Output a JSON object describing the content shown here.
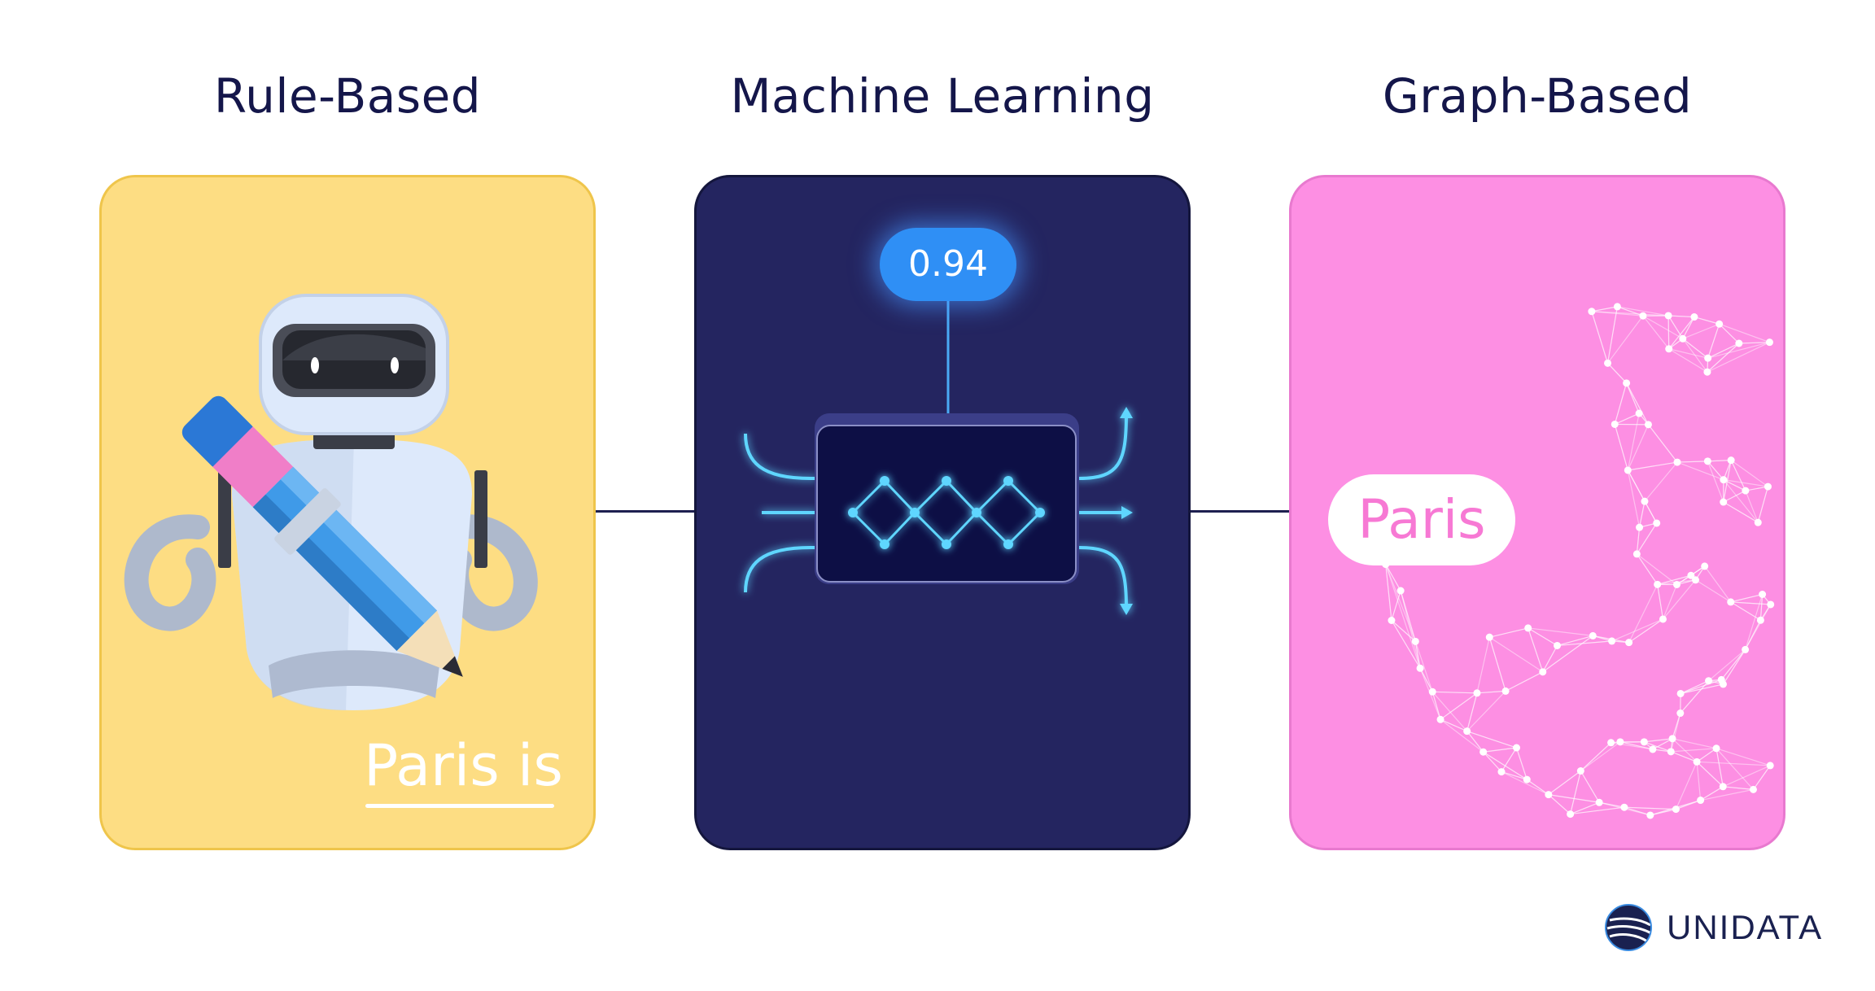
{
  "titles": {
    "rule_based": "Rule-Based",
    "machine_learning": "Machine Learning",
    "graph_based": "Graph-Based"
  },
  "rule_card": {
    "text": "Paris is",
    "icons": [
      "robot-illustration",
      "pencil-icon"
    ]
  },
  "ml_card": {
    "score": "0.94",
    "icons": [
      "neural-network-icon",
      "arrow-icon"
    ]
  },
  "graph_card": {
    "label": "Paris",
    "icons": [
      "network-graph-icon"
    ]
  },
  "brand": {
    "name": "UNIDATA",
    "icon": "globe-logo-icon"
  },
  "colors": {
    "navy": "#14164a",
    "rule_card": "#fddd83",
    "ml_card": "#242560",
    "graph_card": "#fd8fe3",
    "glow": "#5fd6ff",
    "badge": "#2f8ff5"
  }
}
